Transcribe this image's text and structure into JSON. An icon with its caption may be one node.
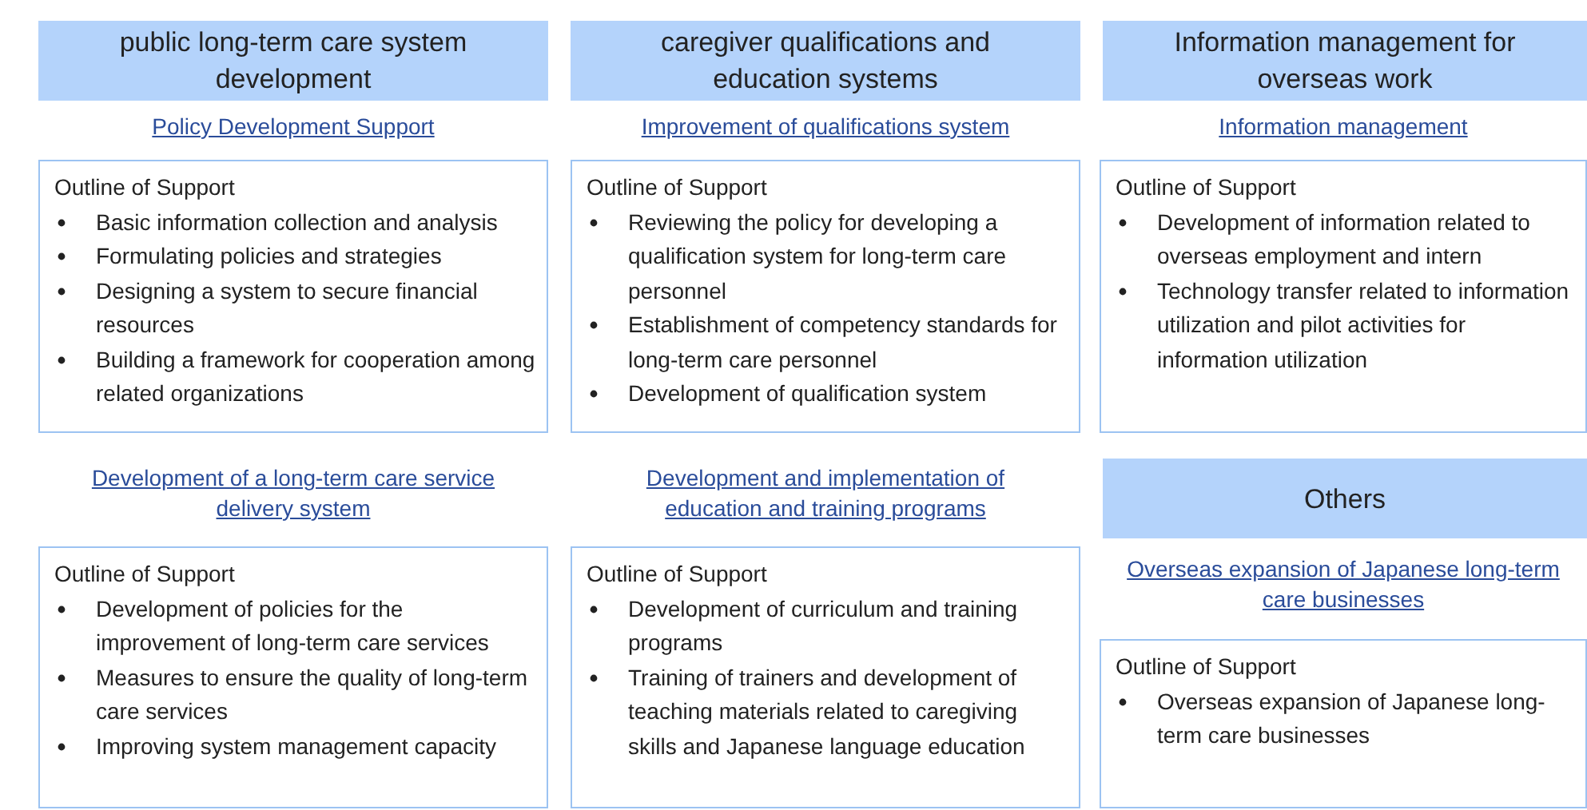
{
  "diagram": {
    "nodes": [
      {
        "text": [
          "public long-term care system development"
        ]
      },
      {
        "text": [
          "caregiver qualifications and education systems"
        ]
      },
      {
        "text": [
          "Information management for overseas work"
        ]
      },
      {
        "text": [
          "Policy Development Support",
          "Outline of Support",
          "Basic information collection and analysis",
          "Formulating policies and strategies",
          "Designing a system to secure financial resources",
          "Building a framework for cooperation among related organizations"
        ]
      },
      {
        "text": [
          "Improvement of qualifications system",
          "Outline of Support",
          "Reviewing the policy for developing a qualification system for long-term care personnel",
          "Establishment of competency standards for long-term care personnel",
          "Development of qualification system"
        ]
      },
      {
        "text": [
          "Information management",
          "Outline of Support",
          "Development of information related to overseas employment and intern",
          "Technology transfer related to information utilization and pilot activities for information utilization"
        ]
      },
      {
        "text": [
          "Development of a long-term care service delivery system",
          "Outline of Support",
          "Development of policies for the improvement of long-term care services",
          "Measures to ensure the quality of long-term care services",
          "Improving system management capacity"
        ]
      },
      {
        "text": [
          "Development and implementation of education and training programs",
          "Outline of Support",
          "Development of curriculum and training programs",
          "Training of trainers and development of teaching materials related to caregiving skills and Japanese language education"
        ]
      },
      {
        "text": [
          "Others"
        ]
      },
      {
        "text": [
          "Overseas expansion of Japanese long-term care businesses",
          "Outline of Support",
          "Overseas expansion of Japanese long-term care businesses"
        ]
      }
    ]
  }
}
